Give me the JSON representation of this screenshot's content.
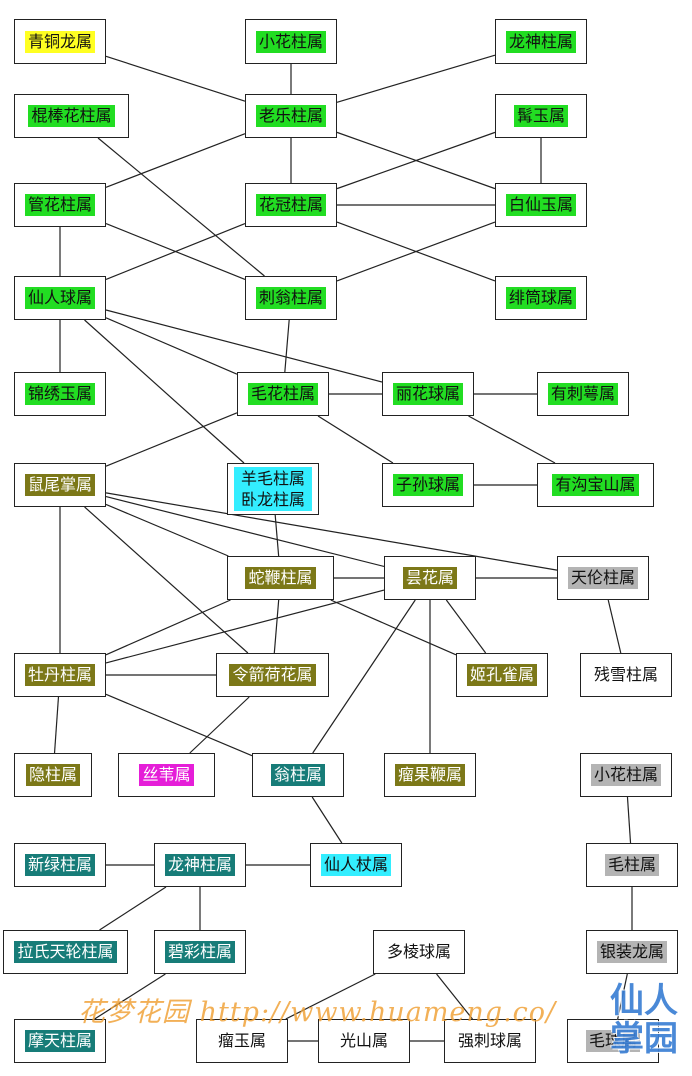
{
  "nodes": [
    {
      "id": "qingtong",
      "label": "青铜龙属",
      "color": "yellow"
    },
    {
      "id": "xiaohua",
      "label": "小花柱属",
      "color": "green"
    },
    {
      "id": "longshen1",
      "label": "龙神柱属",
      "color": "green"
    },
    {
      "id": "gunbang",
      "label": "棍棒花柱属",
      "color": "green"
    },
    {
      "id": "laole",
      "label": "老乐柱属",
      "color": "green"
    },
    {
      "id": "jiyu",
      "label": "髯玉属",
      "color": "green"
    },
    {
      "id": "guanhua",
      "label": "管花柱属",
      "color": "green"
    },
    {
      "id": "huaguan",
      "label": "花冠柱属",
      "color": "green"
    },
    {
      "id": "baixian",
      "label": "白仙玉属",
      "color": "green"
    },
    {
      "id": "xianrenqiu",
      "label": "仙人球属",
      "color": "green"
    },
    {
      "id": "ciweng",
      "label": "刺翁柱属",
      "color": "green"
    },
    {
      "id": "feitong",
      "label": "绯筒球属",
      "color": "green"
    },
    {
      "id": "jinxiu",
      "label": "锦绣玉属",
      "color": "green"
    },
    {
      "id": "maohua",
      "label": "毛花柱属",
      "color": "green"
    },
    {
      "id": "lihua",
      "label": "丽花球属",
      "color": "green"
    },
    {
      "id": "youci",
      "label": "有刺萼属",
      "color": "green"
    },
    {
      "id": "shuwei",
      "label": "鼠尾掌属",
      "color": "olive"
    },
    {
      "id": "yangmao",
      "label": "羊毛柱属卧龙柱属",
      "color": "cyan"
    },
    {
      "id": "zisun",
      "label": "子孙球属",
      "color": "green"
    },
    {
      "id": "yougou",
      "label": "有沟宝山属",
      "color": "green"
    },
    {
      "id": "shebian",
      "label": "蛇鞭柱属",
      "color": "olive"
    },
    {
      "id": "tanhua",
      "label": "昙花属",
      "color": "olive"
    },
    {
      "id": "tianlun",
      "label": "天伦柱属",
      "color": "gray"
    },
    {
      "id": "mudan",
      "label": "牡丹柱属",
      "color": "olive"
    },
    {
      "id": "lingjian",
      "label": "令箭荷花属",
      "color": "olive"
    },
    {
      "id": "jikongque",
      "label": "姬孔雀属",
      "color": "olive"
    },
    {
      "id": "canxue",
      "label": "残雪柱属",
      "color": "none"
    },
    {
      "id": "yinzhu",
      "label": "隐柱属",
      "color": "olive"
    },
    {
      "id": "siwei",
      "label": "丝苇属",
      "color": "magenta"
    },
    {
      "id": "wengzhu",
      "label": "翁柱属",
      "color": "teal"
    },
    {
      "id": "liuguo",
      "label": "瘤果鞭属",
      "color": "olive"
    },
    {
      "id": "xiaohua2",
      "label": "小花柱属",
      "color": "gray"
    },
    {
      "id": "xinlv",
      "label": "新绿柱属",
      "color": "teal"
    },
    {
      "id": "longshen2",
      "label": "龙神柱属",
      "color": "teal"
    },
    {
      "id": "xianrenzhang",
      "label": "仙人杖属",
      "color": "cyan"
    },
    {
      "id": "maozhu",
      "label": "毛柱属",
      "color": "gray"
    },
    {
      "id": "lashi",
      "label": "拉氏天轮柱属",
      "color": "teal"
    },
    {
      "id": "bicai",
      "label": "碧彩柱属",
      "color": "teal"
    },
    {
      "id": "duoling",
      "label": "多棱球属",
      "color": "none"
    },
    {
      "id": "yinzhuang",
      "label": "银装龙属",
      "color": "gray"
    },
    {
      "id": "motian",
      "label": "摩天柱属",
      "color": "teal"
    },
    {
      "id": "liuyu",
      "label": "瘤玉属",
      "color": "none"
    },
    {
      "id": "guangshan",
      "label": "光山属",
      "color": "none"
    },
    {
      "id": "qiangci",
      "label": "强刺球属",
      "color": "none"
    },
    {
      "id": "maoqiu",
      "label": "毛球属",
      "color": "gray"
    }
  ],
  "edges": [
    [
      "qingtong",
      "laole"
    ],
    [
      "xiaohua",
      "laole"
    ],
    [
      "longshen1",
      "laole"
    ],
    [
      "laole",
      "huaguan"
    ],
    [
      "laole",
      "guanhua"
    ],
    [
      "laole",
      "baixian"
    ],
    [
      "gunbang",
      "ciweng"
    ],
    [
      "jiyu",
      "baixian"
    ],
    [
      "jiyu",
      "huaguan"
    ],
    [
      "huaguan",
      "baixian"
    ],
    [
      "huaguan",
      "feitong"
    ],
    [
      "huaguan",
      "xianrenqiu"
    ],
    [
      "guanhua",
      "xianrenqiu"
    ],
    [
      "guanhua",
      "ciweng"
    ],
    [
      "baixian",
      "ciweng"
    ],
    [
      "ciweng",
      "maohua"
    ],
    [
      "xianrenqiu",
      "jinxiu"
    ],
    [
      "xianrenqiu",
      "maohua"
    ],
    [
      "xianrenqiu",
      "lihua"
    ],
    [
      "xianrenqiu",
      "yangmao"
    ],
    [
      "maohua",
      "lihua"
    ],
    [
      "maohua",
      "shuwei"
    ],
    [
      "maohua",
      "zisun"
    ],
    [
      "lihua",
      "youci"
    ],
    [
      "lihua",
      "yougou"
    ],
    [
      "zisun",
      "yougou"
    ],
    [
      "shuwei",
      "shebian"
    ],
    [
      "shuwei",
      "tanhua"
    ],
    [
      "shuwei",
      "tianlun"
    ],
    [
      "shuwei",
      "mudan"
    ],
    [
      "shuwei",
      "lingjian"
    ],
    [
      "yangmao",
      "shebian"
    ],
    [
      "shebian",
      "tanhua"
    ],
    [
      "tanhua",
      "tianlun"
    ],
    [
      "shebian",
      "mudan"
    ],
    [
      "shebian",
      "lingjian"
    ],
    [
      "shebian",
      "jikongque"
    ],
    [
      "tanhua",
      "mudan"
    ],
    [
      "tanhua",
      "jikongque"
    ],
    [
      "tanhua",
      "liuguo"
    ],
    [
      "tanhua",
      "wengzhu"
    ],
    [
      "tianlun",
      "canxue"
    ],
    [
      "mudan",
      "lingjian"
    ],
    [
      "mudan",
      "yinzhu"
    ],
    [
      "mudan",
      "wengzhu"
    ],
    [
      "lingjian",
      "siwei"
    ],
    [
      "wengzhu",
      "xianrenzhang"
    ],
    [
      "xinlv",
      "longshen2"
    ],
    [
      "longshen2",
      "xianrenzhang"
    ],
    [
      "longshen2",
      "lashi"
    ],
    [
      "longshen2",
      "bicai"
    ],
    [
      "bicai",
      "motian"
    ],
    [
      "xiaohua2",
      "maozhu"
    ],
    [
      "maozhu",
      "yinzhuang"
    ],
    [
      "yinzhuang",
      "maoqiu"
    ],
    [
      "duoling",
      "liuyu"
    ],
    [
      "duoling",
      "qiangci"
    ],
    [
      "liuyu",
      "guangshan"
    ],
    [
      "guangshan",
      "qiangci"
    ]
  ],
  "watermark": {
    "site_text": "花梦花园 http://www.huameng.co/",
    "logo_text": "仙人掌园"
  },
  "colors": {
    "yellow": "#ffff22",
    "green": "#22dd22",
    "olive": "#7c7818",
    "teal": "#177c78",
    "cyan": "#33eeff",
    "magenta": "#e51ed8",
    "gray": "#b4b4b4"
  }
}
